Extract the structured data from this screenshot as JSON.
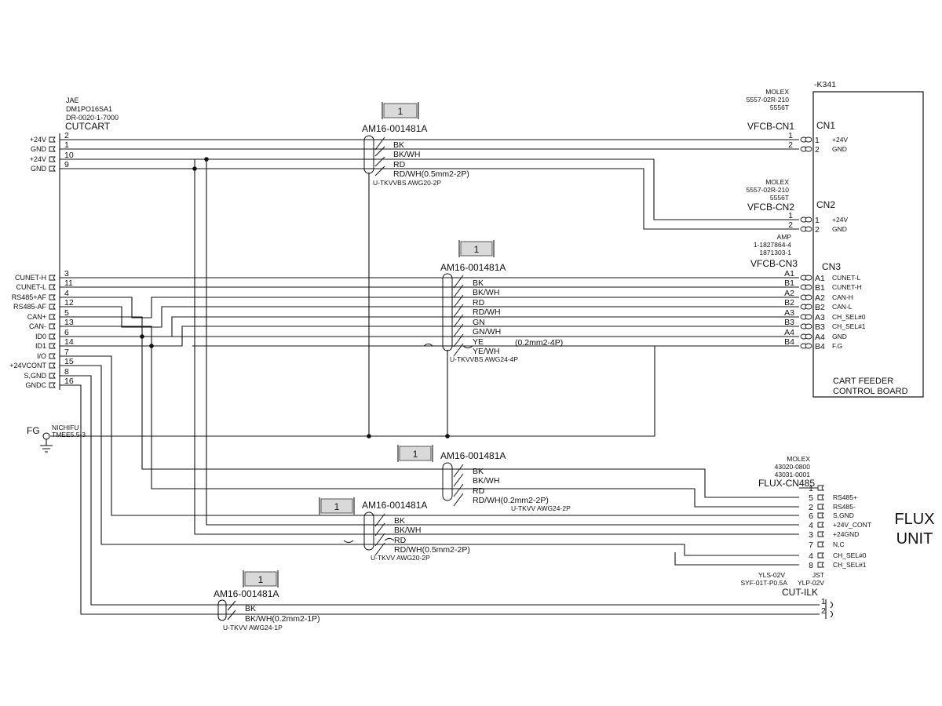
{
  "cutcart": {
    "mfr": "JAE",
    "part1": "DM1PO16SA1",
    "part2": "DR-0020-1-7000",
    "name": "CUTCART",
    "rows": [
      {
        "sig": "+24V",
        "pin": "2"
      },
      {
        "sig": "GND",
        "pin": "1"
      },
      {
        "sig": "+24V",
        "pin": "10"
      },
      {
        "sig": "GND",
        "pin": "9"
      },
      {
        "sig": "CUNET-H",
        "pin": "3"
      },
      {
        "sig": "CUNET-L",
        "pin": "11"
      },
      {
        "sig": "RS485+AF",
        "pin": "4"
      },
      {
        "sig": "RS485-AF",
        "pin": "12"
      },
      {
        "sig": "CAN+",
        "pin": "5"
      },
      {
        "sig": "CAN-",
        "pin": "13"
      },
      {
        "sig": "ID0",
        "pin": "6"
      },
      {
        "sig": "ID1",
        "pin": "14"
      },
      {
        "sig": "I/O",
        "pin": "7"
      },
      {
        "sig": "+24VCONT",
        "pin": "15"
      },
      {
        "sig": "S,GND",
        "pin": "8"
      },
      {
        "sig": "GNDC",
        "pin": "16"
      }
    ]
  },
  "fg": {
    "label": "FG",
    "mfr": "NICHIFU",
    "part": "TMEE5.5-3"
  },
  "board": {
    "ref": "-K341",
    "line1": "CART FEEDER",
    "line2": "CONTROL BOARD"
  },
  "cn1": {
    "mfr": "MOLEX",
    "part1": "5557-02R-210",
    "part2": "5556T",
    "name": "VFCB-CN1",
    "board_name": "CN1",
    "pins": [
      {
        "plug": "1",
        "board": "1",
        "sig": "+24V"
      },
      {
        "plug": "2",
        "board": "2",
        "sig": "GND"
      }
    ]
  },
  "cn2": {
    "mfr": "MOLEX",
    "part1": "5557-02R-210",
    "part2": "5556T",
    "name": "VFCB-CN2",
    "board_name": "CN2",
    "pins": [
      {
        "plug": "1",
        "board": "1",
        "sig": "+24V"
      },
      {
        "plug": "2",
        "board": "2",
        "sig": "GND"
      }
    ]
  },
  "cn3": {
    "mfr": "AMP",
    "part1": "1-1827864-4",
    "part2": "1871303-1",
    "name": "VFCB-CN3",
    "board_name": "CN3",
    "pins": [
      {
        "plug": "A1",
        "board": "A1",
        "sig": "CUNET-L"
      },
      {
        "plug": "B1",
        "board": "B1",
        "sig": "CUNET-H"
      },
      {
        "plug": "A2",
        "board": "A2",
        "sig": "CAN-H"
      },
      {
        "plug": "B2",
        "board": "B2",
        "sig": "CAN-L"
      },
      {
        "plug": "A3",
        "board": "A3",
        "sig": "CH_SEL#0"
      },
      {
        "plug": "B3",
        "board": "B3",
        "sig": "CH_SEL#1"
      },
      {
        "plug": "A4",
        "board": "A4",
        "sig": "GND"
      },
      {
        "plug": "B4",
        "board": "B4",
        "sig": "F.G"
      }
    ]
  },
  "flux": {
    "mfr": "MOLEX",
    "part1": "43020-0800",
    "part2": "43031-0001",
    "name": "FLUX-CN485",
    "pins": [
      {
        "pin": "1",
        "sig": ""
      },
      {
        "pin": "5",
        "sig": "RS485+"
      },
      {
        "pin": "2",
        "sig": "RS485-"
      },
      {
        "pin": "6",
        "sig": "S,GND"
      },
      {
        "pin": "4",
        "sig": "+24V_CONT"
      },
      {
        "pin": "3",
        "sig": "+24GND"
      },
      {
        "pin": "7",
        "sig": "N,C"
      },
      {
        "pin": "4",
        "sig": "CH_SEL#0"
      },
      {
        "pin": "8",
        "sig": "CH_SEL#1"
      }
    ],
    "unit_line1": "FLUX",
    "unit_line2": "UNIT"
  },
  "cutilk": {
    "part1": "YLS-02V",
    "part2": "SYF-01T-P0.5A",
    "mfr": "JST",
    "part3": "YLP-02V",
    "name": "CUT-ILK",
    "pins": [
      "1",
      "2"
    ]
  },
  "cables": [
    {
      "tag": "1",
      "part": "AM16-001481A",
      "wires": [
        "BK",
        "BK/WH",
        "RD",
        "RD/WH(0.5mm2-2P)"
      ],
      "spec": "U-TKVVBS AWG20-2P"
    },
    {
      "tag": "1",
      "part": "AM16-001481A",
      "wires": [
        "BK",
        "BK/WH",
        "RD",
        "RD/WH",
        "GN",
        "GN/WH",
        "YE",
        "YE/WH"
      ],
      "size": "(0.2mm2-4P)",
      "spec": "U-TKVVBS AWG24-4P"
    },
    {
      "tag": "1",
      "part": "AM16-001481A",
      "wires": [
        "BK",
        "BK/WH",
        "RD",
        "RD/WH(0.2mm2-2P)"
      ],
      "spec": "U-TKVV AWG24-2P"
    },
    {
      "tag": "1",
      "part": "AM16-001481A",
      "wires": [
        "BK",
        "BK/WH",
        "RD",
        "RD/WH(0.5mm2-2P)"
      ],
      "spec": "U-TKVV AWG20-2P"
    },
    {
      "tag": "1",
      "part": "AM16-001481A",
      "wires": [
        "BK",
        "BK/WH(0.2mm2-1P)"
      ],
      "spec": "U-TKVV AWG24-1P"
    }
  ]
}
